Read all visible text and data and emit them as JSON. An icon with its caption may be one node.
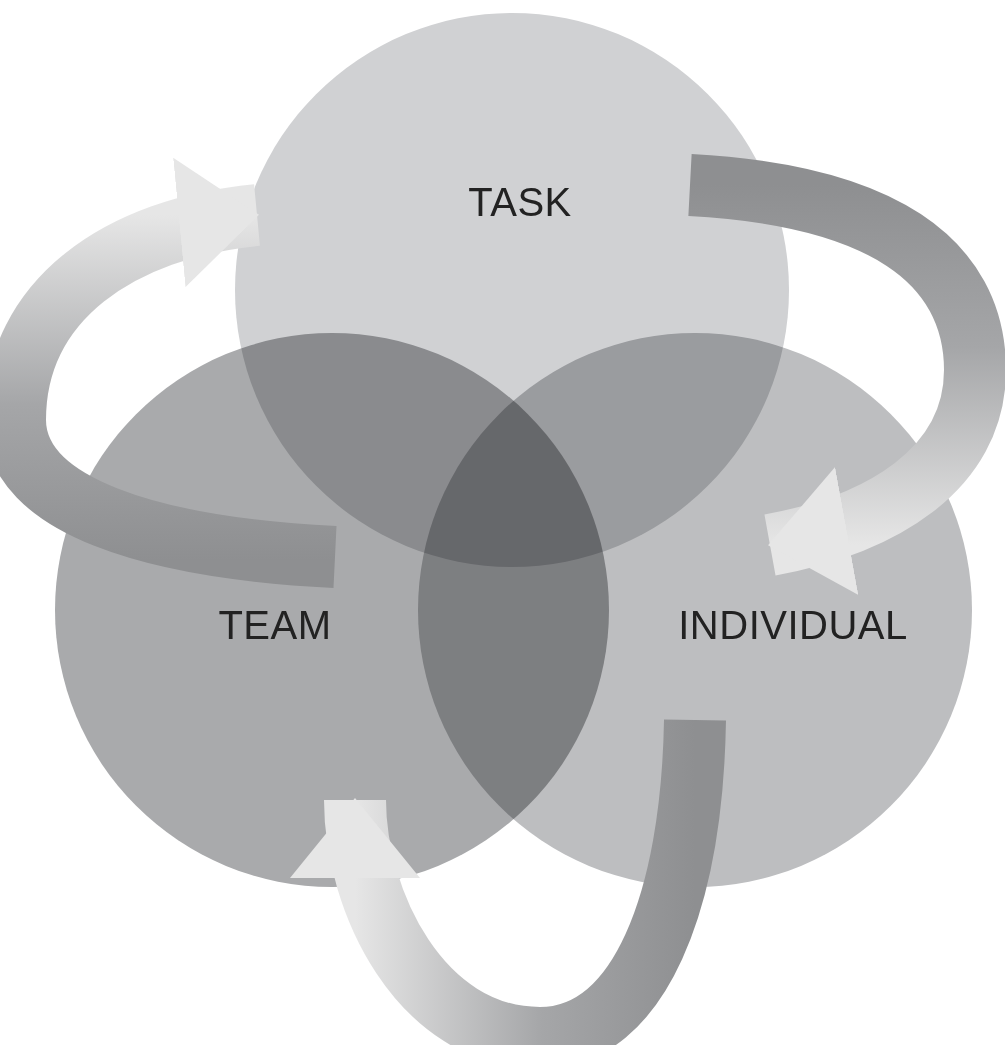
{
  "diagram": {
    "nodes": [
      {
        "text": [
          "TASK"
        ]
      },
      {
        "text": [
          "TEAM"
        ]
      },
      {
        "text": [
          "INDIVIDUAL"
        ]
      }
    ],
    "edges": [
      {
        "from": 1,
        "to": 0,
        "arrow": "to"
      },
      {
        "from": 0,
        "to": 2,
        "arrow": "to"
      },
      {
        "from": 2,
        "to": 1,
        "arrow": "to"
      }
    ]
  }
}
